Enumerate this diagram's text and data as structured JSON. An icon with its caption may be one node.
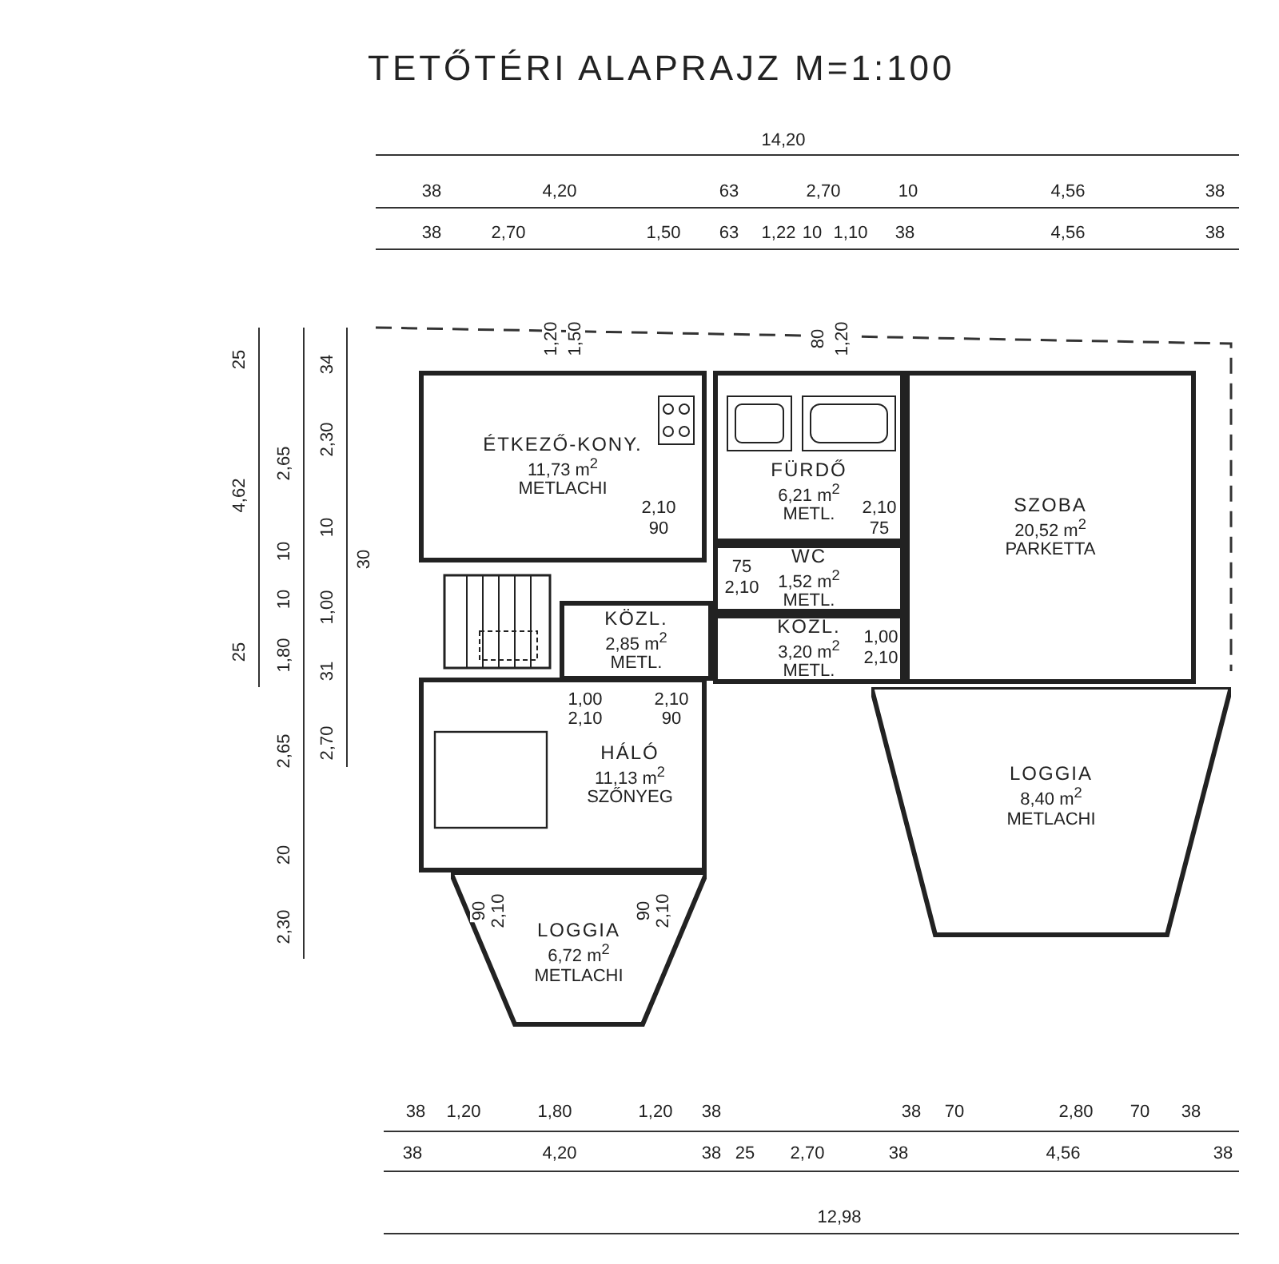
{
  "diagram": {
    "title": "TETŐTÉRI ALAPRAJZ M=1:100",
    "nodes": [
      {
        "text": [
          "ÉTKEZŐ-KONY.",
          "11,73 m$^{2}$",
          "METLACHI"
        ]
      },
      {
        "text": [
          "FÜRDŐ",
          "6,21 m$^{2}$",
          "METL."
        ]
      },
      {
        "text": [
          "WC",
          "1,52 m$^{2}$",
          "METL."
        ]
      },
      {
        "text": [
          "KÖZL.",
          "2,85 m$^{2}$",
          "METL."
        ]
      },
      {
        "text": [
          "KÖZL.",
          "3,20 m$^{2}$",
          "METL."
        ]
      },
      {
        "text": [
          "SZOBA",
          "20,52 m$^{2}$",
          "PARKETTA"
        ]
      },
      {
        "text": [
          "HÁLÓ",
          "11,13 m$^{2}$",
          "SZŐNYEG"
        ]
      },
      {
        "text": [
          "LOGGIA",
          "6,72 m$^{2}$",
          "METLACHI"
        ]
      },
      {
        "text": [
          "LOGGIA",
          "8,40 m$^{2}$",
          "METLACHI"
        ]
      }
    ],
    "labels": [
      "14,20",
      "38",
      "4,20",
      "63",
      "2,70",
      "10",
      "4,56",
      "38",
      "38",
      "2,70",
      "1,50",
      "63",
      "1,22",
      "10",
      "1,10",
      "38",
      "4,56",
      "38",
      "25",
      "4,62",
      "25",
      "2,65",
      "10",
      "10",
      "1,80",
      "2,65",
      "20",
      "2,30",
      "34",
      "2,30",
      "10",
      "30",
      "1,00",
      "31",
      "2,70",
      "1,20",
      "1,50",
      "80",
      "1,20",
      "2,10",
      "90",
      "2,10",
      "75",
      "75",
      "2,10",
      "1,00",
      "2,10",
      "2,10",
      "90",
      "1,00",
      "2,10",
      "90",
      "2,10",
      "90",
      "2,10",
      "38",
      "1,20",
      "1,80",
      "1,20",
      "38",
      "38",
      "70",
      "2,80",
      "70",
      "38",
      "38",
      "4,20",
      "38",
      "25",
      "2,70",
      "38",
      "4,56",
      "38",
      "12,98"
    ]
  }
}
